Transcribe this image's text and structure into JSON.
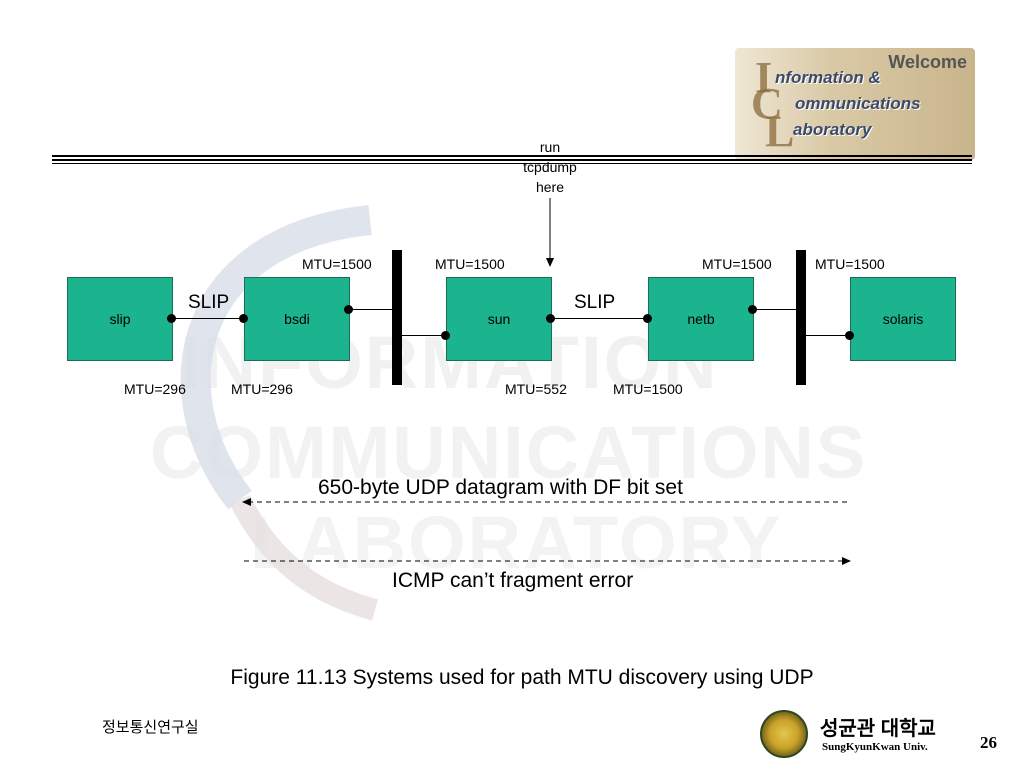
{
  "header": {
    "logo_welcome": "Welcome",
    "logo_lines": [
      "nformation &",
      "ommunications",
      "aboratory"
    ],
    "logo_letters": [
      "I",
      "C",
      "L"
    ]
  },
  "annotation": {
    "tcpdump": [
      "run",
      "tcpdump",
      "here"
    ]
  },
  "hosts": [
    "slip",
    "bsdi",
    "sun",
    "netb",
    "solaris"
  ],
  "links": {
    "slip_left": "SLIP",
    "slip_right": "SLIP"
  },
  "mtu": {
    "bsdi_eth": "MTU=1500",
    "sun_eth": "MTU=1500",
    "netb_eth": "MTU=1500",
    "solaris_eth": "MTU=1500",
    "slip_slip": "MTU=296",
    "bsdi_slip": "MTU=296",
    "sun_slip": "MTU=552",
    "netb_slip": "MTU=1500"
  },
  "messages": {
    "udp": "650-byte UDP datagram with DF bit set",
    "icmp": "ICMP can’t fragment error"
  },
  "caption": "Figure 11.13 Systems used for path MTU discovery using UDP",
  "footer": {
    "lab": "정보통신연구실",
    "univ_ko": "성균관 대학교",
    "univ_en": "SungKyunKwan Univ.",
    "page": "26"
  }
}
